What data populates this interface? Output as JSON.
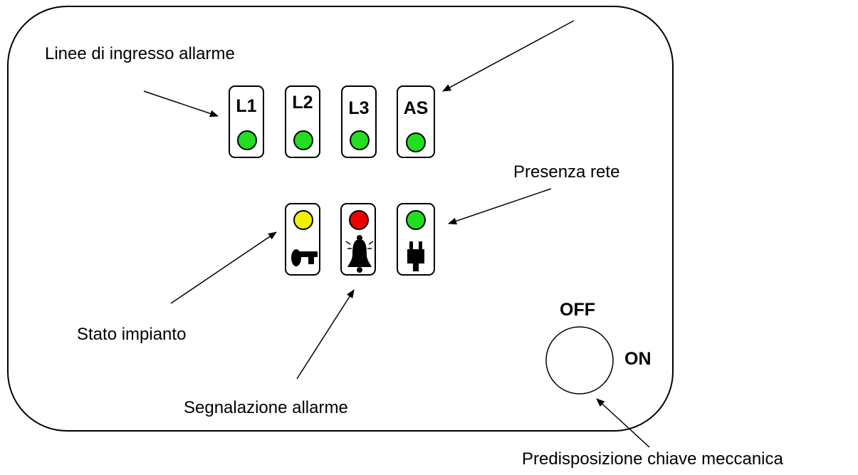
{
  "colors": {
    "green": "#22dd22",
    "yellow": "#f0f000",
    "red": "#ee0000"
  },
  "labels": {
    "input_lines": "Linee di ingresso allarme",
    "mains_presence": "Presenza rete",
    "system_status": "Stato impianto",
    "alarm_signal": "Segnalazione allarme",
    "mechanical_key": "Predisposizione chiave meccanica"
  },
  "input_indicators": [
    {
      "label": "L1",
      "led_color": "green"
    },
    {
      "label": "L2",
      "led_color": "green"
    },
    {
      "label": "L3",
      "led_color": "green"
    },
    {
      "label": "AS",
      "led_color": "green"
    }
  ],
  "status_indicators": [
    {
      "icon": "key-icon",
      "led_color": "yellow"
    },
    {
      "icon": "bell-icon",
      "led_color": "red"
    },
    {
      "icon": "plug-icon",
      "led_color": "green"
    }
  ],
  "key_switch": {
    "off_label": "OFF",
    "on_label": "ON"
  }
}
